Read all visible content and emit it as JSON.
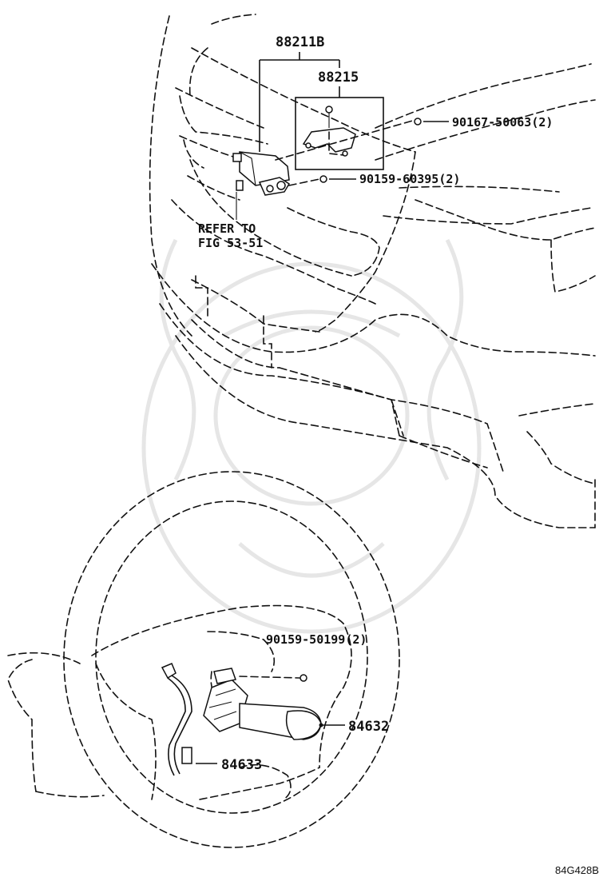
{
  "parts": {
    "assembly_88211b": "88211B",
    "bracket_88215": "88215",
    "bolt_90167": "90167-50063(2)",
    "screw_90159_60395": "90159-60395(2)",
    "refer_line1": "REFER TO",
    "refer_line2": "FIG 53-51",
    "screw_90159_50199": "90159-50199(2)",
    "switch_84632": "84632",
    "wire_84633": "84633"
  },
  "figure_code": "84G428B",
  "colors": {
    "line": "#111111",
    "watermark": "#e6e6e6",
    "background": "#ffffff"
  }
}
